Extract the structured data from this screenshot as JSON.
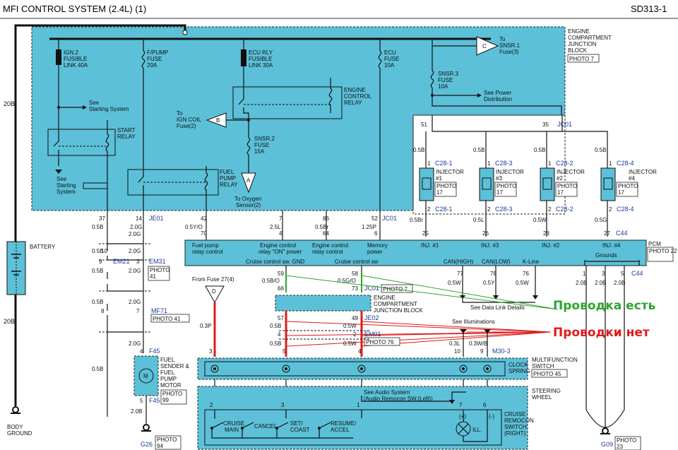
{
  "header": {
    "title": "MFI CONTROL SYSTEM (2.4L) (1)",
    "code": "SD313-1"
  },
  "annotations": {
    "wiring_ok": "Проводка есть",
    "wiring_missing": "Проводки нет"
  },
  "junction_block": {
    "label1": "ENGINE",
    "label2": "COMPARTMENT",
    "label3": "JUNCTION",
    "label4": "BLOCK",
    "photo": "PHOTO 7"
  },
  "fuses": {
    "ign2_1": "IGN.2",
    "ign2_2": "FUSIBLE",
    "ign2_3": "LINK 40A",
    "fpump_1": "F/PUMP",
    "fpump_2": "FUSE",
    "fpump_3": "20A",
    "ecurly_1": "ECU RLY",
    "ecurly_2": "FUSIBLE",
    "ecurly_3": "LINK 30A",
    "ecu_1": "ECU",
    "ecu_2": "FUSE",
    "ecu_3": "10A",
    "snsr3_1": "SNSR.3",
    "snsr3_2": "FUSE",
    "snsr3_3": "10A",
    "snsr2_1": "SNSR.2",
    "snsr2_2": "FUSE",
    "snsr2_3": "15A"
  },
  "relays": {
    "ecr_1": "ENGINE",
    "ecr_2": "CONTROL",
    "ecr_3": "RELAY",
    "start_1": "START",
    "start_2": "RELAY",
    "fpr_1": "FUEL",
    "fpr_2": "PUMP",
    "fpr_3": "RELAY"
  },
  "refs": {
    "c_label": "C",
    "to_snsr1_1": "To",
    "to_snsr1_2": "SNSR.1",
    "to_snsr1_3": "Fuse(3)",
    "see_power_1": "See Power",
    "see_power_2": "Distribution",
    "b_label": "B",
    "to_ign_1": "To",
    "to_ign_2": "IGN COIL",
    "to_ign_3": "Fuse(2)",
    "see_start_1": "See",
    "see_start_2": "Starting System",
    "see_start_b1": "See",
    "see_start_b2": "Starting",
    "see_start_b3": "System",
    "a_label": "A",
    "to_o2_1": "To Oxygen",
    "to_o2_2": "Sensor(2)",
    "d_label": "D",
    "from_fuse": "From Fuse 27(4)",
    "see_dl": "See Data Link Details",
    "see_illum": "See Illuminations",
    "see_audio_1": "See Audio System",
    "see_audio_2": "(Audio Remocon SW.(Left))"
  },
  "wire_colors": {
    "w20b_top": "20B",
    "w20b_bot": "20B",
    "w05b_l1": "0.5B",
    "w05b_l2": "0.5B",
    "w05b_l3": "0.5B",
    "w05b_l4": "0.5B",
    "w05b_l5": "0.5B",
    "w20g_1": "2.0G",
    "w20g_2": "2.0G",
    "w20g_3": "2.0G",
    "w20g_4": "2.0G",
    "w20g_5": "2.0G",
    "w05yo": "0.5Y/O",
    "w25l": "2.5L",
    "w05br": "0.5Br",
    "w125p": "1.25P",
    "w05bo": "0.5B/O",
    "w05go": "0.5G/O",
    "w03p": "0.3P",
    "w05b_m1": "0.5B",
    "w05b_m2": "0.5B",
    "w05w_1": "0.5W",
    "w05w_2": "0.5W",
    "w03l": "0.3L",
    "w03wb": "0.3W/B",
    "can_h": "0.5W",
    "can_l": "0.5Y",
    "kline": "0.5W",
    "w20b_g1": "2.0B",
    "w20b_g2": "2.0B",
    "w20b_g3": "2.0B",
    "w20b_fp": "2.0B",
    "inj1_a": "0.5B",
    "inj3_a": "0.5B",
    "inj2_a": "0.5B",
    "inj4_a": "0.5B",
    "inj1_b": "0.5Br",
    "inj3_b": "0.5L",
    "inj2_b": "0.5W",
    "inj4_b": "0.5G"
  },
  "connectors": {
    "je01": "JE01",
    "jc01_a": "JC01",
    "jc01_b": "JC01",
    "jc01_c": "JC01",
    "em21": "EM21",
    "em31": "EM31",
    "mf71": "MF71",
    "f45_a": "F45",
    "f45_b": "F45",
    "g26": "G26",
    "g09": "G09",
    "je02": "JE02",
    "em01": "EM01",
    "m303": "M30-3",
    "c44_a": "C44",
    "c44_b": "C44",
    "c281a": "C28-1",
    "c281b": "C28-1",
    "c283a": "C28-3",
    "c283b": "C28-3",
    "c282a": "C28-2",
    "c282b": "C28-2",
    "c284a": "C28-4",
    "c284b": "C28-4"
  },
  "pins": {
    "p37": "37",
    "p14": "14",
    "p42": "42",
    "p70": "70",
    "p7a": "7",
    "p4a": "4",
    "p86": "86",
    "p64": "64",
    "p52": "52",
    "p6": "6",
    "p51": "51",
    "p35": "35",
    "p25": "25",
    "p26": "26",
    "p28": "28",
    "p27": "27",
    "p5a": "5",
    "p9": "9",
    "p3a": "3",
    "p10": "10",
    "p8": "8",
    "p7b": "7",
    "p4b": "4",
    "p5b": "5",
    "p59": "59",
    "p58": "58",
    "p66": "66",
    "p73": "73",
    "p57": "57",
    "p49": "49",
    "p4c": "4",
    "p2a": "2",
    "p5c": "5",
    "p4d": "4",
    "p3b": "3",
    "p5d": "5",
    "p77": "77",
    "p78": "78",
    "p76": "76",
    "p1a": "1",
    "p3c": "3",
    "p5e": "5",
    "p10b": "10",
    "p9b": "9",
    "p2b": "2",
    "p3d": "3",
    "p1b": "1",
    "p7c": "7",
    "p6b": "6",
    "inj_top1": "1",
    "inj_top2": "1",
    "inj_top3": "1",
    "inj_top4": "1",
    "inj_bot1": "2",
    "inj_bot2": "2",
    "inj_bot3": "2",
    "inj_bot4": "2"
  },
  "pcm": {
    "label": "PCM",
    "photo": "PHOTO 22",
    "fuel_pump_1": "Fuel pump",
    "fuel_pump_2": "relay control",
    "ecr_on_1": "Engine control",
    "ecr_on_2": "relay \"ON\" power",
    "ecr_ctrl_1": "Engine control",
    "ecr_ctrl_2": "relay control",
    "memory_1": "Memory",
    "memory_2": "power",
    "inj1": "INJ. #1",
    "inj3": "INJ. #3",
    "inj2": "INJ. #2",
    "inj4": "INJ. #4",
    "cruise_gnd": "Cruise control sw. GND",
    "cruise_sw": "Cruise control sw",
    "can_high": "CAN(HIGH)",
    "can_low": "CAN(LOW)",
    "kline": "K-Line",
    "grounds": "Grounds"
  },
  "injectors": {
    "i1_1": "INJECTOR",
    "i1_2": "#1",
    "i3_1": "INJECTOR",
    "i3_2": "#3",
    "i2_1": "INJECTOR",
    "i2_2": "#2",
    "i4_1": "INJECTOR",
    "i4_2": "#4",
    "photo": "PHOTO",
    "photo_num": "17"
  },
  "battery": {
    "label": "BATTERY"
  },
  "body_ground": {
    "l1": "BODY",
    "l2": "GROUND"
  },
  "fuel_sender": {
    "l1": "FUEL",
    "l2": "SENDER &",
    "l3": "FUEL",
    "l4": "PUMP",
    "l5": "MOTOR",
    "motor": "M",
    "photo": "PHOTO",
    "photo_num": "99"
  },
  "photos": {
    "p41a": "PHOTO",
    "p41a_n": "41",
    "p41b": "PHOTO 41",
    "p7b": "PHOTO 7",
    "p76": "PHOTO 76",
    "p45": "PHOTO 45",
    "p94": "PHOTO",
    "p94_n": "94",
    "p23": "PHOTO",
    "p23_n": "23"
  },
  "ecjb2": {
    "l1": "ENGINE",
    "l2": "COMPARTMENT",
    "l3": "JUNCTION BLOCK"
  },
  "multifunction": {
    "l1": "MULTIFUNCTION",
    "l2": "SWITCH",
    "l3": "CLOCK",
    "l4": "SPRING"
  },
  "steering": {
    "l1": "STEERING",
    "l2": "WHEEL"
  },
  "remocon": {
    "l1": "CRUISE",
    "l2": "REMOCON",
    "l3": "SWITCH",
    "l4": "(RIGHT)",
    "main_1": "CRUISE",
    "main_2": "MAIN",
    "cancel": "CANCEL",
    "set_1": "SET/",
    "set_2": "COAST",
    "res_1": "RESUME/",
    "res_2": "ACCEL",
    "plus": "(+)",
    "minus": "(-)",
    "ill": "ILL."
  }
}
